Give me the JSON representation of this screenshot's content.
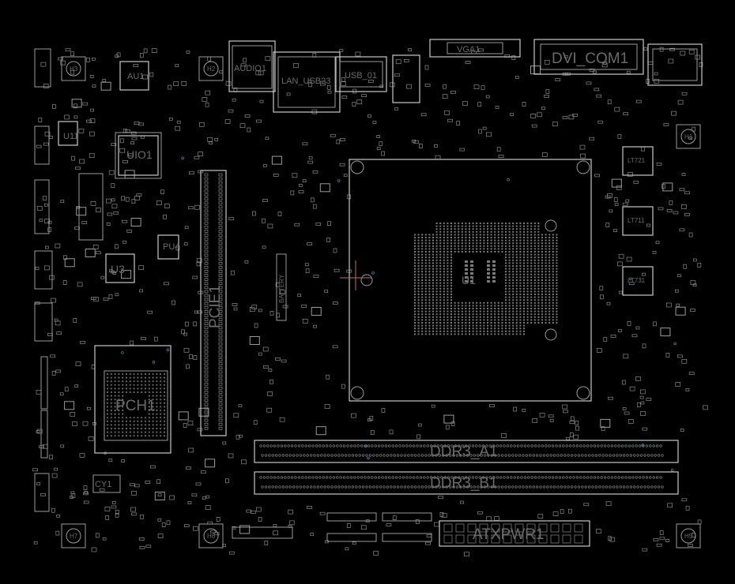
{
  "view": {
    "background": "#000000",
    "outline_color": "#9a9a9a",
    "label_color": "#6a6a6a",
    "via_color": "#2a8aa0",
    "cursor_color": "#c06a6a"
  },
  "labels": {
    "cpu": "U1",
    "ddr_a": "DDR3_A1",
    "ddr_b": "DDR3_B1",
    "atx": "ATXPWR1",
    "pcie": "PCIE1",
    "vga": "VGA1",
    "dvi": "DVI_COM1",
    "audio": "AUDIO1",
    "lan_usb": "LAN_USB23",
    "usb": "USB_01",
    "au1": "AU1",
    "uio1": "UIO1",
    "u3": "U3",
    "u11": "U11",
    "pu4": "PU4",
    "pch": "PCH1",
    "battery": "BATTERY",
    "lt721": "LT721",
    "lt711": "LT711",
    "lt731": "LT731",
    "h1": "H1",
    "h2": "H2",
    "h3": "H3",
    "h5": "H5",
    "h6": "H6",
    "h7": "H7",
    "cy1": "CY1"
  }
}
